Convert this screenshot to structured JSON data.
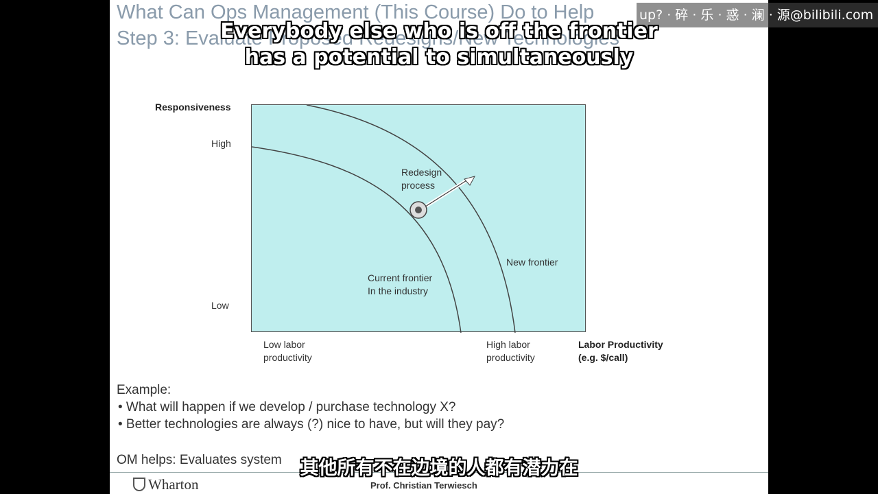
{
  "slide": {
    "title_line1": "What Can Ops Management (This Course) Do to Help",
    "title_line2": "Step 3: Evaluate Proposed Redesigns/New Technologies"
  },
  "watermark": {
    "text": "up? · 碎 · 乐 · 惑 · 澜 · 源@bilibili.com"
  },
  "subtitles": {
    "english_line1": "Everybody else who is off the frontier",
    "english_line2": "has a potential to simultaneously",
    "chinese": "其他所有不在边境的人都有潜力在"
  },
  "diagram": {
    "y_axis_title": "Responsiveness",
    "y_high": "High",
    "y_low": "Low",
    "x_low_line1": "Low labor",
    "x_low_line2": "productivity",
    "x_high_line1": "High labor",
    "x_high_line2": "productivity",
    "x_axis_title_line1": "Labor Productivity",
    "x_axis_title_line2": "(e.g. $/call)",
    "redesign_line1": "Redesign",
    "redesign_line2": "process",
    "new_frontier": "New frontier",
    "current_frontier_line1": "Current frontier",
    "current_frontier_line2": "In the industry",
    "plot_bg": "#bfeeee"
  },
  "example": {
    "heading": "Example:",
    "bullet1": "• What will happen if we develop / purchase technology X?",
    "bullet2": "• Better technologies are always (?) nice to have, but will they pay?"
  },
  "om_helps": "OM helps: Evaluates system",
  "footer": {
    "logo_text": "Wharton",
    "author": "Prof. Christian Terwiesch"
  }
}
